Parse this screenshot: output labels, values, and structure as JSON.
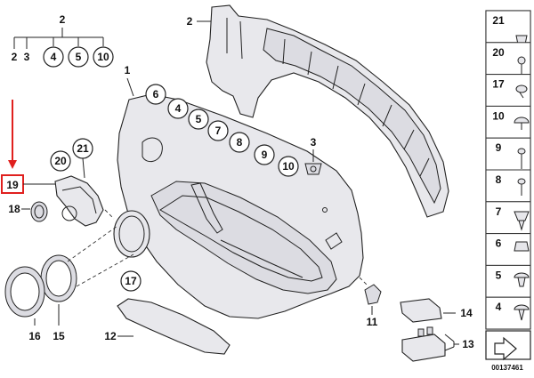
{
  "diagram": {
    "callouts": {
      "c2_top": "2",
      "c2_sub_a": "2",
      "c2_sub_b": "3",
      "c2_sub_c": "4",
      "c2_sub_d": "5",
      "c2_sub_e": "10",
      "c2_panel": "2",
      "c1": "1",
      "c6": "6",
      "c4": "4",
      "c5": "5",
      "c7": "7",
      "c8": "8",
      "c9": "9",
      "c10": "10",
      "c3": "3",
      "c21": "21",
      "c20": "20",
      "c19": "19",
      "c18": "18",
      "c17": "17",
      "c16": "16",
      "c15": "15",
      "c12": "12",
      "c11": "11",
      "c14": "14",
      "c13": "13"
    },
    "highlight_color": "#e0201e",
    "side_column": [
      "21",
      "20",
      "17",
      "10",
      "9",
      "8",
      "7",
      "6",
      "5",
      "4"
    ],
    "diagram_id": "00137461"
  }
}
